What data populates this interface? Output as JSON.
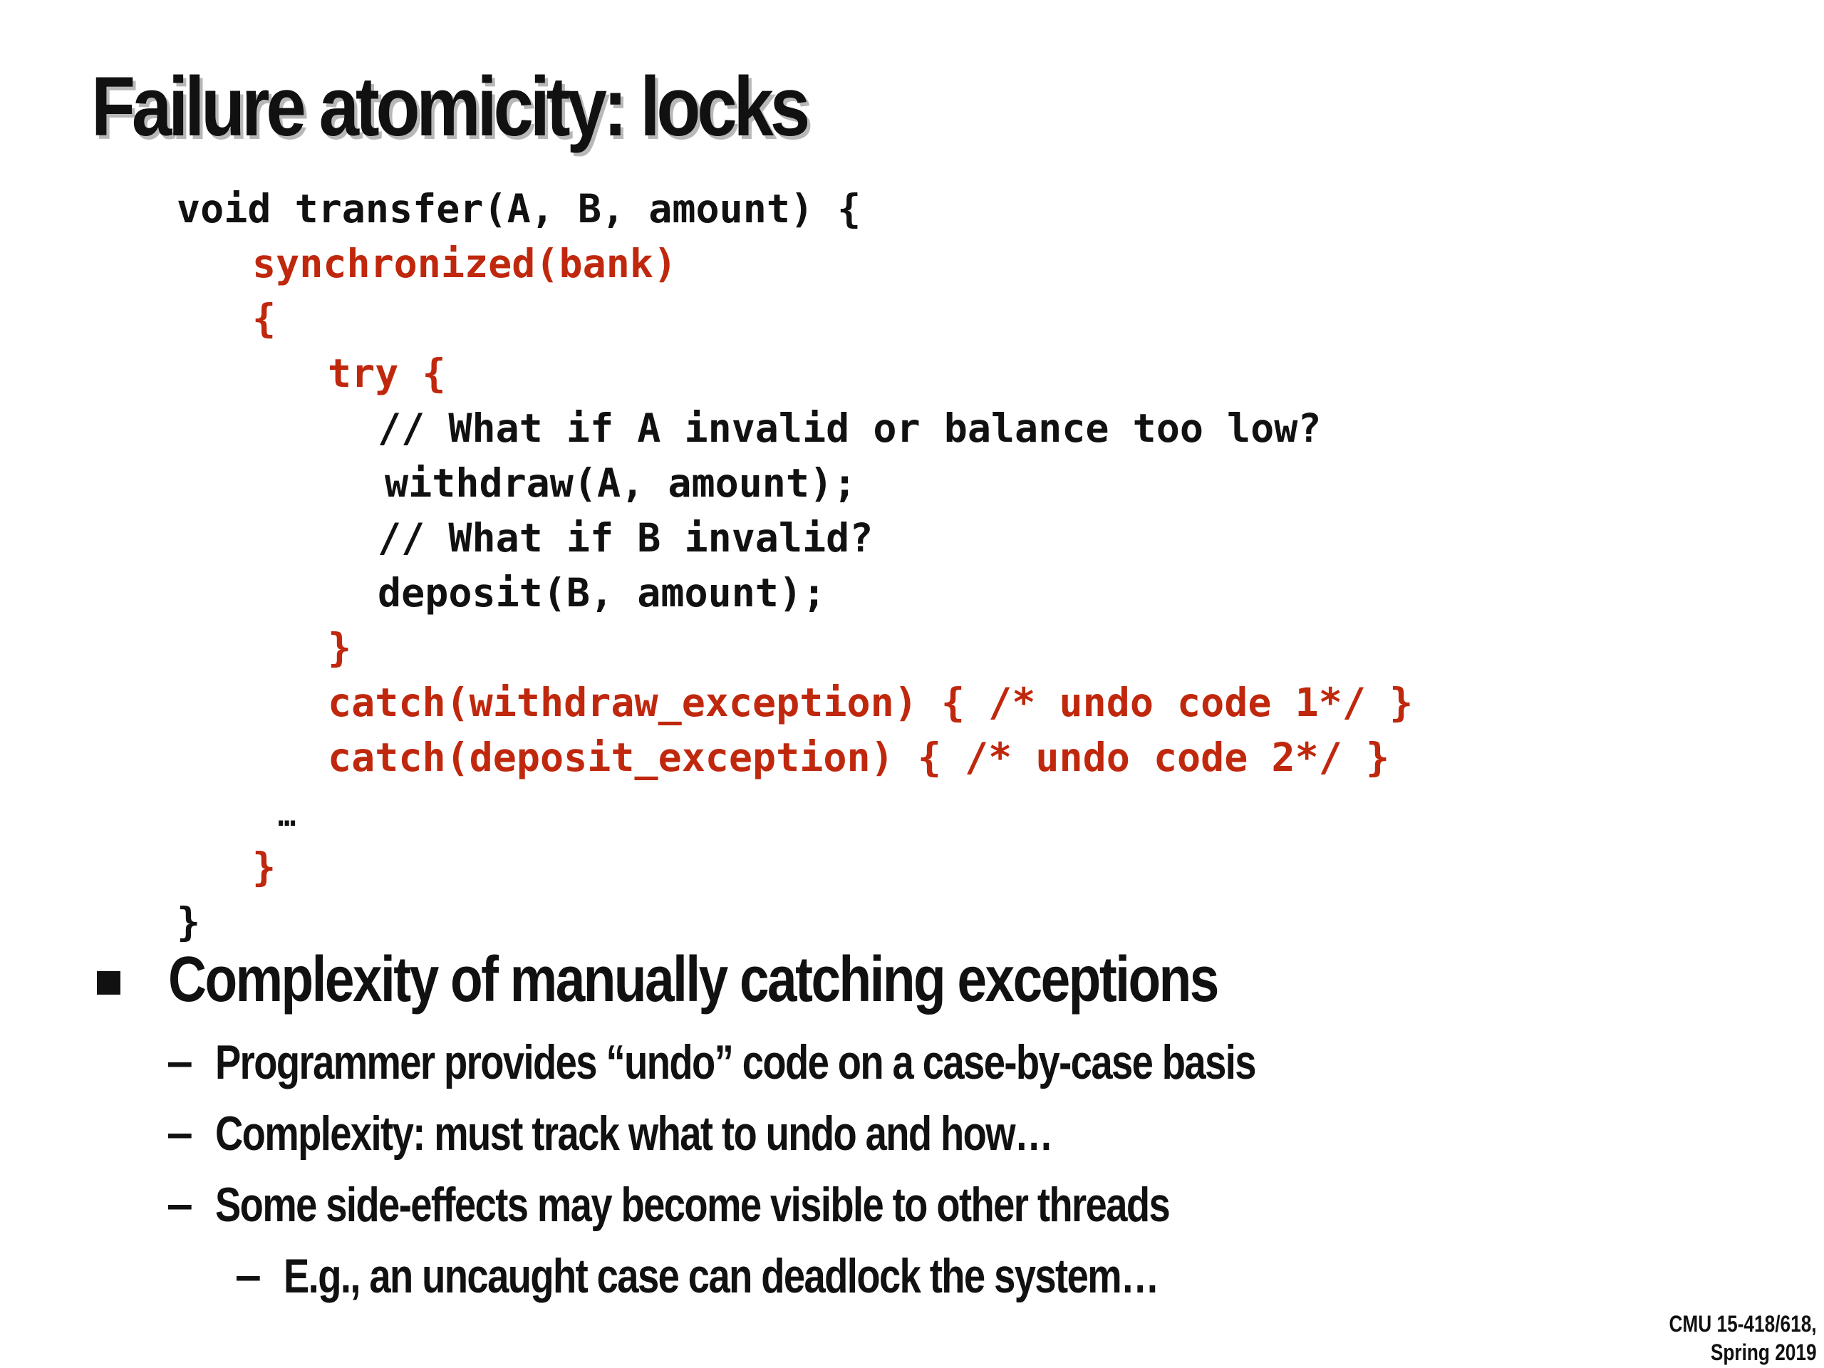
{
  "title": "Failure atomicity: locks",
  "code": {
    "line1": "void transfer(A, B, amount) {",
    "line2": "synchronized(bank)",
    "line3": "{",
    "line4": "try {",
    "line5": "// What if A invalid or balance too low?",
    "line6": "withdraw(A, amount);",
    "line7": "// What if B invalid?",
    "line8": "deposit(B, amount);",
    "line9": "}",
    "line10": "catch(withdraw_exception) { /* undo code 1*/ }",
    "line11": "catch(deposit_exception) { /* undo code 2*/ }",
    "line12": "…",
    "line13": "}",
    "line14": "}"
  },
  "bullet": {
    "text": "Complexity of manually catching exceptions",
    "sub1": "Programmer provides “undo” code on a case-by-case basis",
    "sub2": "Complexity: must track what to undo and how…",
    "sub3": "Some side-effects may become visible to other threads",
    "sub4": "E.g., an uncaught case can deadlock the system…",
    "dash": "–"
  },
  "footer": {
    "line1": "CMU 15-418/618,",
    "line2": "Spring 2019"
  },
  "colors": {
    "code_red": "#c0280e",
    "text": "#111111"
  }
}
